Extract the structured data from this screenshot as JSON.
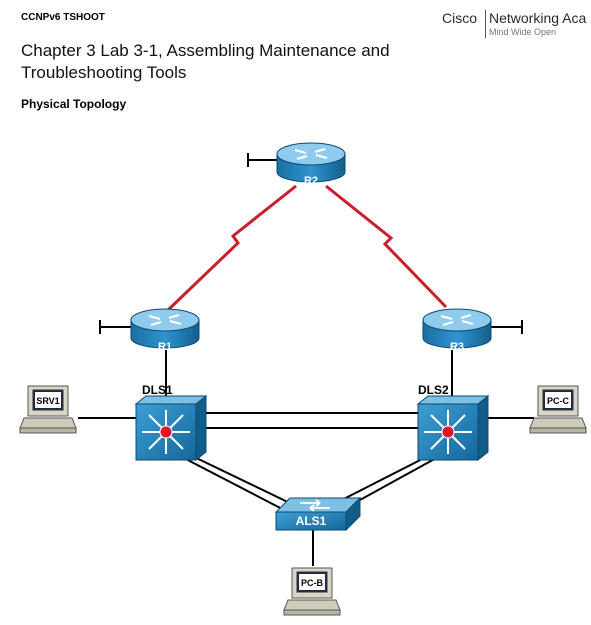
{
  "header": {
    "course": "CCNPv6 TSHOOT",
    "logo_cisco": "Cisco",
    "logo_program": "Networking Aca",
    "logo_tagline": "Mind Wide Open"
  },
  "title": "Chapter 3 Lab 3-1, Assembling Maintenance and Troubleshooting Tools",
  "subtitle": "Physical Topology",
  "devices": {
    "r1": "R1",
    "r2": "R2",
    "r3": "R3",
    "dls1": "DLS1",
    "dls2": "DLS2",
    "als1": "ALS1",
    "srv1": "SRV1",
    "pcc": "PC-C",
    "pcb": "PC-B"
  },
  "colors": {
    "device_blue": "#1e7fb8",
    "device_top": "#7ec0e3",
    "serial_link": "#c8202a",
    "ethernet_link": "#000000",
    "switch_center": "#e0152a"
  }
}
